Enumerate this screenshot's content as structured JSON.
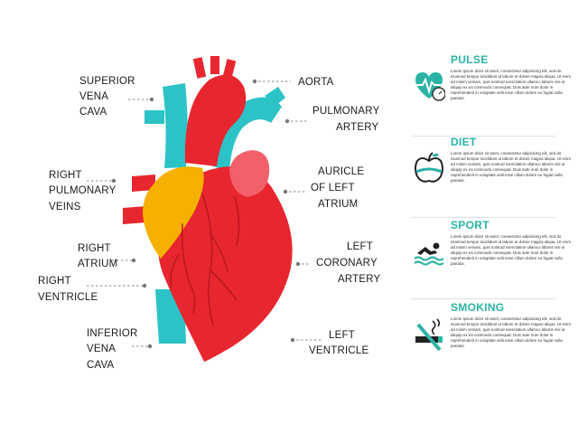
{
  "diagram": {
    "labels": {
      "superior_vena_cava": [
        "SUPERIOR",
        "VENA",
        "CAVA"
      ],
      "right_pulmonary_veins": [
        "RIGHT",
        "PULMONARY",
        "VEINS"
      ],
      "right_atrium": [
        "RIGHT",
        "ATRIUM"
      ],
      "right_ventricle": [
        "RIGHT",
        "VENTRICLE"
      ],
      "inferior_vena_cava": [
        "INFERIOR",
        "VENA",
        "CAVA"
      ],
      "aorta": [
        "AORTA"
      ],
      "pulmonary_artery": [
        "PULMONARY",
        "ARTERY"
      ],
      "auricle_left_atrium": [
        "AURICLE",
        "OF LEFT",
        "ATRIUM"
      ],
      "left_coronary_artery": [
        "LEFT",
        "CORONARY",
        "ARTERY"
      ],
      "left_ventricle": [
        "LEFT",
        "VENTRICLE"
      ]
    },
    "colors": {
      "heart": "#e8262f",
      "vessels_blue": "#2cc3c6",
      "atrium_yellow": "#f6b000",
      "auricle_pink": "#f2606a",
      "veins_lines": "#b61722",
      "accent": "#2bb3a6"
    }
  },
  "panels": [
    {
      "title": "PULSE",
      "icon": "heart-pulse-icon",
      "text": "Lorem ipsum dolor sit amet, consectetur adipisicing elit, sed do eiusmod tempor incididunt ut labore et dolore magna aliqua. Ut enim ad minim veniam, quis nostrud exercitation ullamco laboris nisi ut aliquip ex ea commodo consequat. Duis aute irure dolor in reprehenderit in voluptate velit esse cillum dolore eu fugiat nulla pariatur."
    },
    {
      "title": "DIET",
      "icon": "apple-tape-icon",
      "text": "Lorem ipsum dolor sit amet, consectetur adipisicing elit, sed do eiusmod tempor incididunt ut labore et dolore magna aliqua. Ut enim ad minim veniam, quis nostrud exercitation ullamco laboris nisi ut aliquip ex ea commodo consequat. Duis aute irure dolor in reprehenderit in voluptate velit esse cillum dolore eu fugiat nulla pariatur."
    },
    {
      "title": "SPORT",
      "icon": "swimmer-icon",
      "text": "Lorem ipsum dolor sit amet, consectetur adipisicing elit, sed do eiusmod tempor incididunt ut labore et dolore magna aliqua. Ut enim ad minim veniam, quis nostrud exercitation ullamco laboris nisi ut aliquip ex ea commodo consequat. Duis aute irure dolor in reprehenderit in voluptate velit esse cillum dolore eu fugiat nulla pariatur."
    },
    {
      "title": "SMOKING",
      "icon": "no-smoking-icon",
      "text": "Lorem ipsum dolor sit amet, consectetur adipisicing elit, sed do eiusmod tempor incididunt ut labore et dolore magna aliqua. Ut enim ad minim veniam, quis nostrud exercitation ullamco laboris nisi ut aliquip ex ea commodo consequat. Duis aute irure dolor in reprehenderit in voluptate velit esse cillum dolore eu fugiat nulla pariatur."
    }
  ]
}
